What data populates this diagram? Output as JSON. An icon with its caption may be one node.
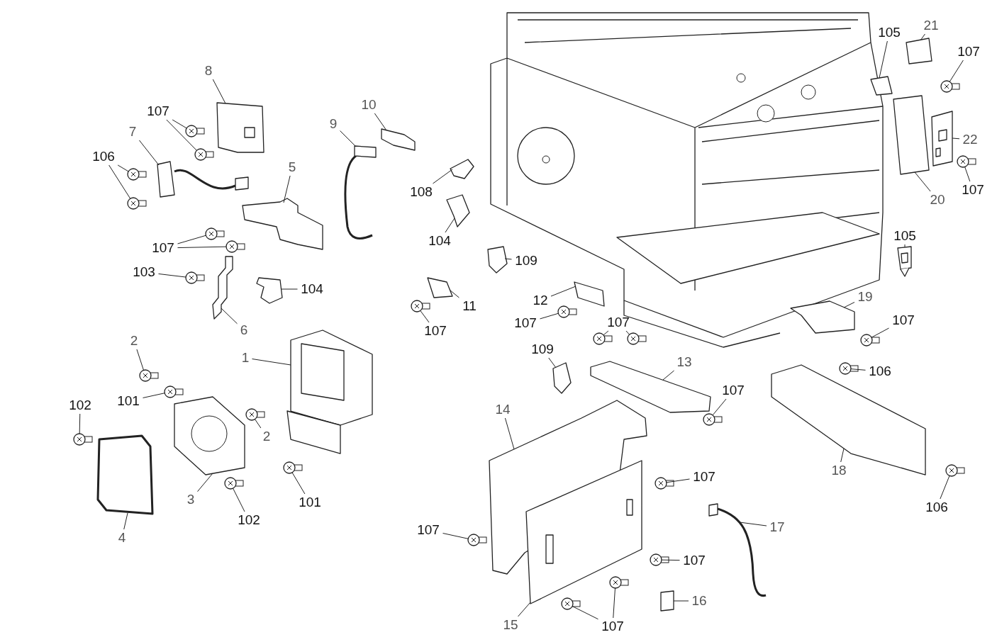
{
  "diagram": {
    "nodes": [
      {
        "text": [
          "8"
        ]
      },
      {
        "text": [
          "107"
        ]
      },
      {
        "text": [
          "7"
        ]
      },
      {
        "text": [
          "106"
        ]
      },
      {
        "text": [
          "10"
        ]
      },
      {
        "text": [
          "9"
        ]
      },
      {
        "text": [
          "5"
        ]
      },
      {
        "text": [
          "107"
        ]
      },
      {
        "text": [
          "108"
        ]
      },
      {
        "text": [
          "104"
        ]
      },
      {
        "text": [
          "103"
        ]
      },
      {
        "text": [
          "104"
        ]
      },
      {
        "text": [
          "109"
        ]
      },
      {
        "text": [
          "6"
        ]
      },
      {
        "text": [
          "11"
        ]
      },
      {
        "text": [
          "12"
        ]
      },
      {
        "text": [
          "107"
        ]
      },
      {
        "text": [
          "107"
        ]
      },
      {
        "text": [
          "105"
        ]
      },
      {
        "text": [
          "21"
        ]
      },
      {
        "text": [
          "107"
        ]
      },
      {
        "text": [
          "22"
        ]
      },
      {
        "text": [
          "20"
        ]
      },
      {
        "text": [
          "107"
        ]
      },
      {
        "text": [
          "105"
        ]
      },
      {
        "text": [
          "19"
        ]
      },
      {
        "text": [
          "107"
        ]
      },
      {
        "text": [
          "2"
        ]
      },
      {
        "text": [
          "1"
        ]
      },
      {
        "text": [
          "107"
        ]
      },
      {
        "text": [
          "13"
        ]
      },
      {
        "text": [
          "109"
        ]
      },
      {
        "text": [
          "101"
        ]
      },
      {
        "text": [
          "2"
        ]
      },
      {
        "text": [
          "107"
        ]
      },
      {
        "text": [
          "102"
        ]
      },
      {
        "text": [
          "14"
        ]
      },
      {
        "text": [
          "106"
        ]
      },
      {
        "text": [
          "107"
        ]
      },
      {
        "text": [
          "17"
        ]
      },
      {
        "text": [
          "3"
        ]
      },
      {
        "text": [
          "102"
        ]
      },
      {
        "text": [
          "101"
        ]
      },
      {
        "text": [
          "18"
        ]
      },
      {
        "text": [
          "106"
        ]
      },
      {
        "text": [
          "107"
        ]
      },
      {
        "text": [
          "4"
        ]
      },
      {
        "text": [
          "107"
        ]
      },
      {
        "text": [
          "16"
        ]
      },
      {
        "text": [
          "15"
        ]
      },
      {
        "text": [
          "107"
        ]
      },
      {
        "text": [],
        "shape": "picture"
      },
      {
        "text": [],
        "shape": "picture"
      },
      {
        "text": [],
        "shape": "picture"
      },
      {
        "text": [],
        "shape": "picture"
      },
      {
        "text": [],
        "shape": "picture"
      },
      {
        "text": [],
        "shape": "picture"
      },
      {
        "text": [],
        "shape": "picture"
      },
      {
        "text": [],
        "shape": "picture"
      },
      {
        "text": [],
        "shape": "picture"
      },
      {
        "text": [],
        "shape": "picture"
      },
      {
        "text": [],
        "shape": "picture"
      },
      {
        "text": [],
        "shape": "picture"
      },
      {
        "text": [],
        "shape": "picture"
      },
      {
        "text": [],
        "shape": "picture"
      },
      {
        "text": [],
        "shape": "picture"
      },
      {
        "text": [],
        "shape": "picture"
      },
      {
        "text": [],
        "shape": "picture"
      },
      {
        "text": [],
        "shape": "picture"
      },
      {
        "text": [],
        "shape": "picture"
      },
      {
        "text": [],
        "shape": "picture"
      },
      {
        "text": [],
        "shape": "picture"
      },
      {
        "text": [],
        "shape": "picture"
      },
      {
        "text": [],
        "shape": "picture"
      },
      {
        "text": [],
        "shape": "picture"
      },
      {
        "text": [],
        "shape": "picture"
      },
      {
        "text": [],
        "shape": "picture"
      },
      {
        "text": [],
        "shape": "picture"
      },
      {
        "text": [],
        "shape": "picture"
      },
      {
        "text": [],
        "shape": "picture"
      },
      {
        "text": [],
        "shape": "picture"
      },
      {
        "text": [],
        "shape": "picture"
      },
      {
        "text": [],
        "shape": "picture"
      },
      {
        "text": [],
        "shape": "picture"
      },
      {
        "text": [],
        "shape": "picture"
      },
      {
        "text": [],
        "shape": "picture"
      },
      {
        "text": [],
        "shape": "picture"
      },
      {
        "text": [],
        "shape": "picture"
      },
      {
        "text": [],
        "shape": "picture"
      },
      {
        "text": [],
        "shape": "picture"
      },
      {
        "text": [],
        "shape": "picture"
      },
      {
        "text": [],
        "shape": "picture"
      },
      {
        "text": [],
        "shape": "picture"
      },
      {
        "text": [],
        "shape": "picture"
      },
      {
        "text": [],
        "shape": "picture"
      },
      {
        "text": [],
        "shape": "picture"
      },
      {
        "text": [],
        "shape": "picture"
      },
      {
        "text": [],
        "shape": "picture"
      },
      {
        "text": [],
        "shape": "picture"
      },
      {
        "text": [],
        "shape": "picture"
      },
      {
        "text": [],
        "shape": "picture"
      },
      {
        "text": [],
        "shape": "picture"
      },
      {
        "text": [],
        "shape": "picture"
      },
      {
        "text": [],
        "shape": "picture"
      },
      {
        "text": [],
        "shape": "picture"
      },
      {
        "text": [],
        "shape": "picture"
      },
      {
        "text": [],
        "shape": "picture"
      }
    ],
    "edges": [
      {
        "from": 0,
        "to": 51,
        "arrow": "none"
      },
      {
        "from": 1,
        "to": 52,
        "arrow": "none"
      },
      {
        "from": 1,
        "to": 53,
        "arrow": "none"
      },
      {
        "from": 2,
        "to": 54,
        "arrow": "none"
      },
      {
        "from": 3,
        "to": 55,
        "arrow": "none"
      },
      {
        "from": 3,
        "to": 56,
        "arrow": "none"
      },
      {
        "from": 4,
        "to": 57,
        "arrow": "none"
      },
      {
        "from": 5,
        "to": 58,
        "arrow": "none"
      },
      {
        "from": 6,
        "to": 59,
        "arrow": "none"
      },
      {
        "from": 7,
        "to": 60,
        "arrow": "none"
      },
      {
        "from": 7,
        "to": 61,
        "arrow": "none"
      },
      {
        "from": 8,
        "to": 62,
        "arrow": "none"
      },
      {
        "from": 9,
        "to": 63,
        "arrow": "none"
      },
      {
        "from": 10,
        "to": 64,
        "arrow": "none"
      },
      {
        "from": 11,
        "to": 65,
        "arrow": "none"
      },
      {
        "from": 12,
        "to": 66,
        "arrow": "none"
      },
      {
        "from": 13,
        "to": 67,
        "arrow": "none"
      },
      {
        "from": 14,
        "to": 68,
        "arrow": "none"
      },
      {
        "from": 15,
        "to": 69,
        "arrow": "none"
      },
      {
        "from": 16,
        "to": 70,
        "arrow": "none"
      },
      {
        "from": 17,
        "to": 71,
        "arrow": "none"
      },
      {
        "from": 18,
        "to": 72,
        "arrow": "none"
      },
      {
        "from": 19,
        "to": 73,
        "arrow": "none"
      },
      {
        "from": 20,
        "to": 74,
        "arrow": "none"
      },
      {
        "from": 21,
        "to": 75,
        "arrow": "none"
      },
      {
        "from": 22,
        "to": 76,
        "arrow": "none"
      },
      {
        "from": 23,
        "to": 77,
        "arrow": "none"
      },
      {
        "from": 24,
        "to": 78,
        "arrow": "none"
      },
      {
        "from": 25,
        "to": 79,
        "arrow": "none"
      },
      {
        "from": 26,
        "to": 80,
        "arrow": "none"
      },
      {
        "from": 27,
        "to": 81,
        "arrow": "none"
      },
      {
        "from": 28,
        "to": 82,
        "arrow": "none"
      },
      {
        "from": 29,
        "to": 83,
        "arrow": "none"
      },
      {
        "from": 29,
        "to": 84,
        "arrow": "none"
      },
      {
        "from": 30,
        "to": 85,
        "arrow": "none"
      },
      {
        "from": 31,
        "to": 86,
        "arrow": "none"
      },
      {
        "from": 32,
        "to": 87,
        "arrow": "none"
      },
      {
        "from": 33,
        "to": 88,
        "arrow": "none"
      },
      {
        "from": 34,
        "to": 89,
        "arrow": "none"
      },
      {
        "from": 35,
        "to": 90,
        "arrow": "none"
      },
      {
        "from": 36,
        "to": 91,
        "arrow": "none"
      },
      {
        "from": 37,
        "to": 92,
        "arrow": "none"
      },
      {
        "from": 38,
        "to": 93,
        "arrow": "none"
      },
      {
        "from": 39,
        "to": 94,
        "arrow": "none"
      },
      {
        "from": 40,
        "to": 95,
        "arrow": "none"
      },
      {
        "from": 41,
        "to": 96,
        "arrow": "none"
      },
      {
        "from": 42,
        "to": 97,
        "arrow": "none"
      },
      {
        "from": 43,
        "to": 98,
        "arrow": "none"
      },
      {
        "from": 44,
        "to": 99,
        "arrow": "none"
      },
      {
        "from": 45,
        "to": 100,
        "arrow": "none"
      },
      {
        "from": 46,
        "to": 101,
        "arrow": "none"
      },
      {
        "from": 47,
        "to": 102,
        "arrow": "none"
      },
      {
        "from": 48,
        "to": 103,
        "arrow": "none"
      },
      {
        "from": 49,
        "to": 104,
        "arrow": "none"
      },
      {
        "from": 50,
        "to": 105,
        "arrow": "none"
      },
      {
        "from": 50,
        "to": 106,
        "arrow": "none"
      }
    ]
  }
}
